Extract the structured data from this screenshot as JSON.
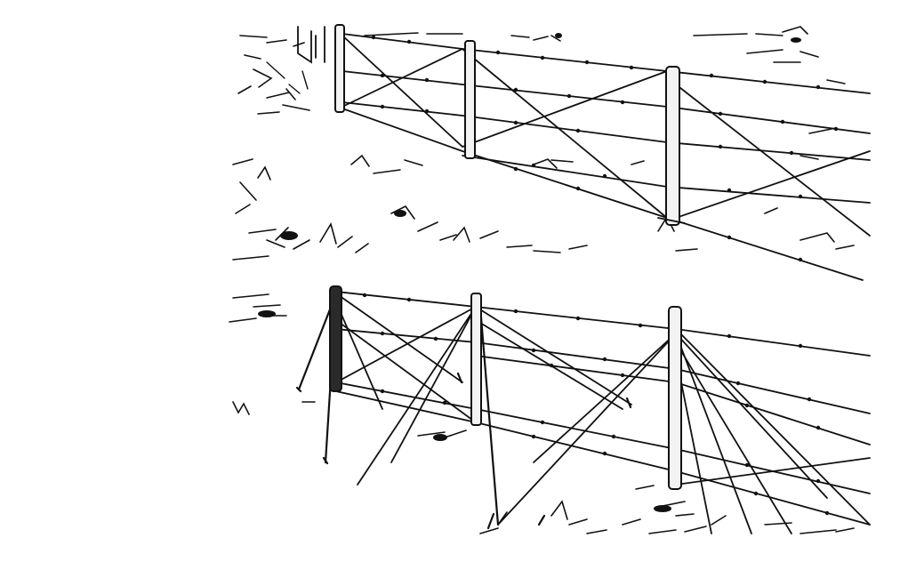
{
  "illustration": {
    "style": "black-and-white pen sketch",
    "scenes": [
      {
        "name": "fence-with-cross-braced-wire"
      },
      {
        "name": "fence-with-guyed-wire-entanglement"
      }
    ],
    "colors": {
      "ink": "#111111",
      "paper": "#ffffff"
    }
  }
}
